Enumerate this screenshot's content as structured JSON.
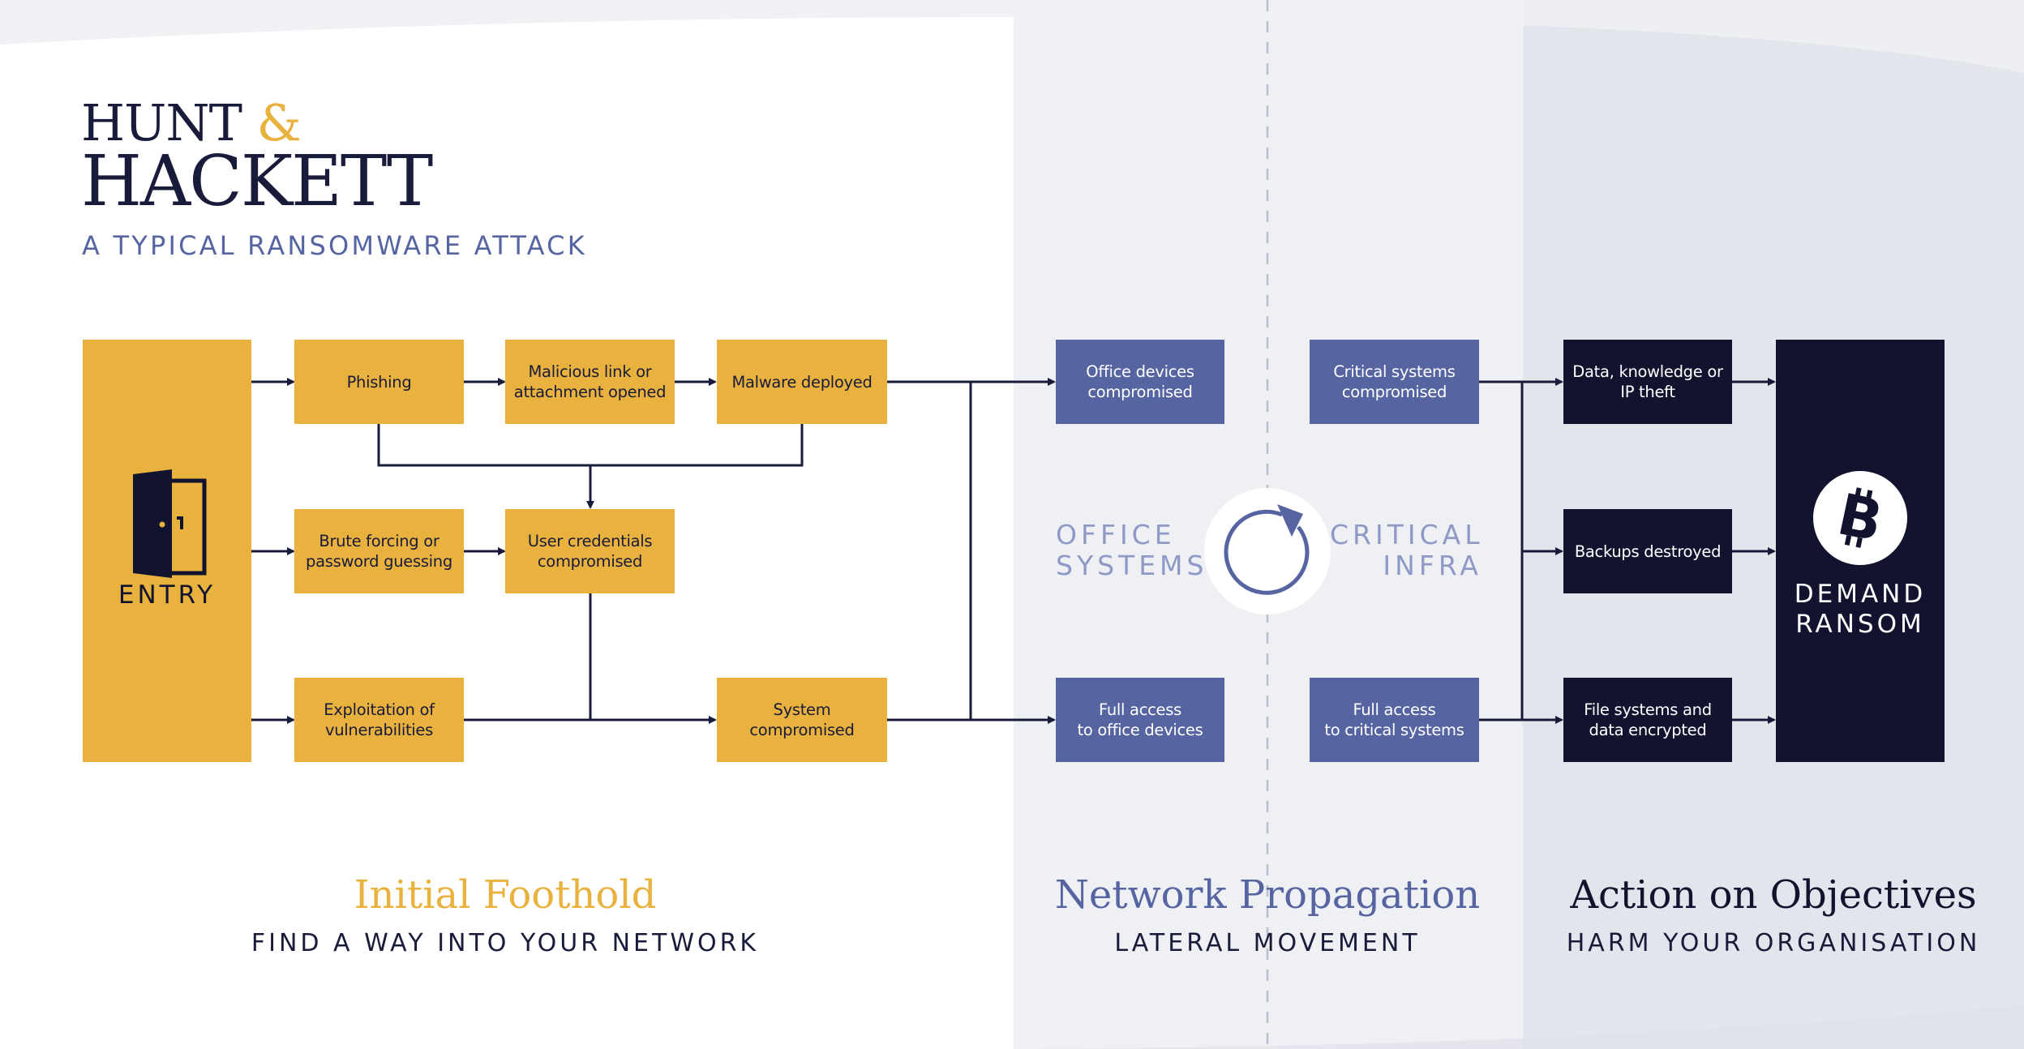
{
  "logo": {
    "line1": "HUNT",
    "amp": "&",
    "line2": "HACKETT"
  },
  "subtitle": "A TYPICAL RANSOMWARE ATTACK",
  "entry": {
    "label": "ENTRY",
    "icon": "door-icon"
  },
  "boxes": {
    "phishing": "Phishing",
    "malicious_l1": "Malicious link or",
    "malicious_l2": "attachment opened",
    "malware": "Malware deployed",
    "brute_l1": "Brute forcing or",
    "brute_l2": "password guessing",
    "creds_l1": "User credentials",
    "creds_l2": "compromised",
    "exploit_l1": "Exploitation of",
    "exploit_l2": "vulnerabilities",
    "system_l1": "System",
    "system_l2": "compromised",
    "office_dev_l1": "Office devices",
    "office_dev_l2": "compromised",
    "full_office_l1": "Full access",
    "full_office_l2": "to office devices",
    "critical_sys_l1": "Critical systems",
    "critical_sys_l2": "compromised",
    "full_critical_l1": "Full access",
    "full_critical_l2": "to critical systems",
    "data_theft_l1": "Data, knowledge or",
    "data_theft_l2": "IP theft",
    "backups": "Backups destroyed",
    "files_l1": "File systems and",
    "files_l2": "data encrypted"
  },
  "cycle": {
    "left_l1": "OFFICE",
    "left_l2": "SYSTEMS",
    "right_l1": "CRITICAL",
    "right_l2": "INFRA",
    "icon": "cycle-arrow-icon"
  },
  "ransom": {
    "line1": "DEMAND",
    "line2": "RANSOM",
    "icon": "bitcoin-icon"
  },
  "phases": [
    {
      "title": "Initial Foothold",
      "subtitle": "FIND A WAY INTO YOUR NETWORK",
      "color": "#e9b13d"
    },
    {
      "title": "Network Propagation",
      "subtitle": "LATERAL MOVEMENT",
      "color": "#5665a1"
    },
    {
      "title": "Action on Objectives",
      "subtitle": "HARM YOUR ORGANISATION",
      "color": "#12132f"
    }
  ],
  "colors": {
    "yellow": "#e9b13d",
    "blue": "#5665a1",
    "navy": "#12132f",
    "panel_light": "#eff0f4",
    "panel_dark": "#e3e5ec"
  }
}
